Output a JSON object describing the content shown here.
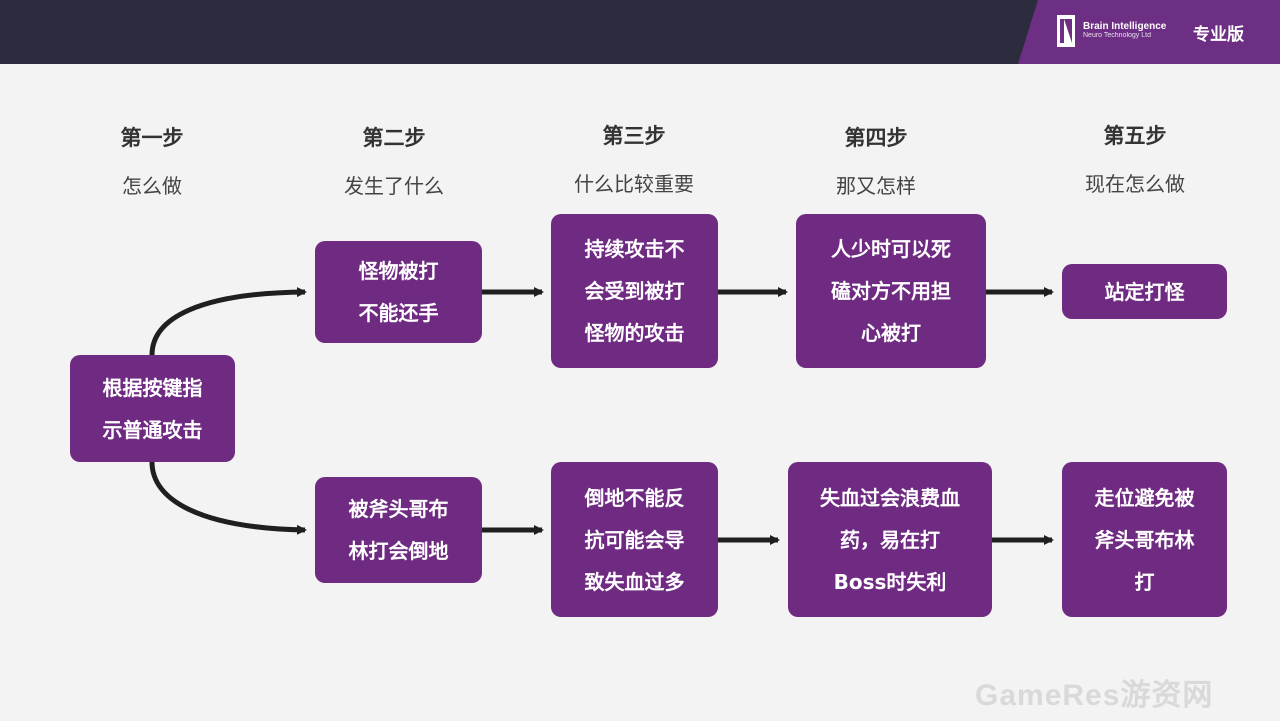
{
  "header": {
    "brand_line1": "Brain Intelligence",
    "brand_line2": "Neuro Technology Ltd",
    "edition": "专业版"
  },
  "steps": [
    {
      "title": "第一步",
      "subtitle": "怎么做"
    },
    {
      "title": "第二步",
      "subtitle": "发生了什么"
    },
    {
      "title": "第三步",
      "subtitle": "什么比较重要"
    },
    {
      "title": "第四步",
      "subtitle": "那又怎样"
    },
    {
      "title": "第五步",
      "subtitle": "现在怎么做"
    }
  ],
  "nodes": {
    "start": "根据按键指\n示普通攻击",
    "top": [
      "怪物被打\n不能还手",
      "持续攻击不\n会受到被打\n怪物的攻击",
      "人少时可以死\n磕对方不用担\n心被打",
      "站定打怪"
    ],
    "bottom": [
      "被斧头哥布\n林打会倒地",
      "倒地不能反\n抗可能会导\n致失血过多",
      "失血过会浪费血\n药，易在打\nBoss时失利",
      "走位避免被\n斧头哥布林\n打"
    ]
  },
  "colors": {
    "node": "#6f2a82",
    "topbar": "#2b2d3f",
    "accent": "#6d2f83",
    "arrow": "#1f1f1f"
  },
  "watermark": "GameRes游资网"
}
